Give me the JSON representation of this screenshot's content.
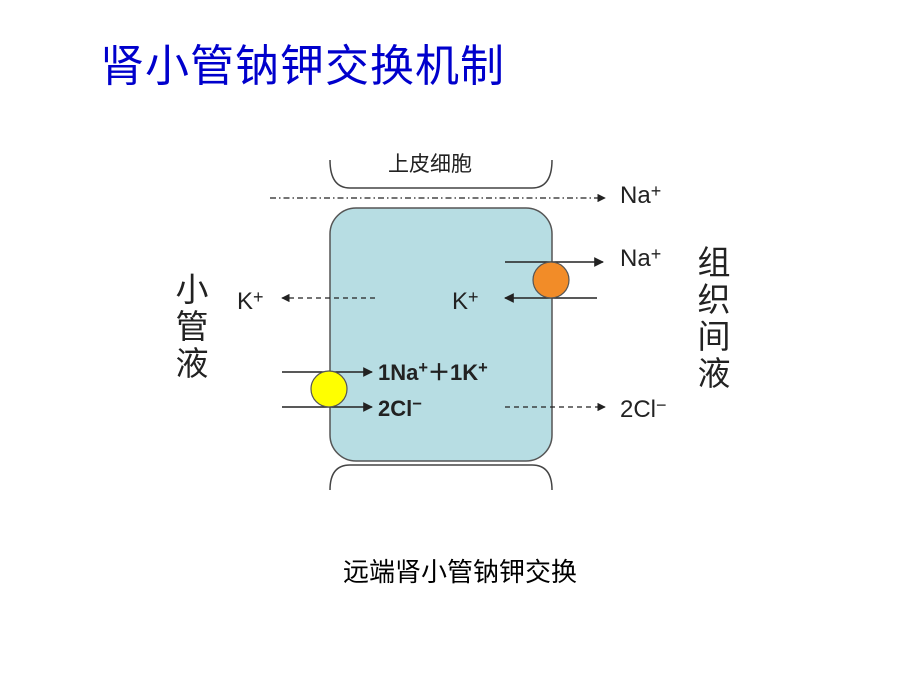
{
  "title": "肾小管钠钾交换机制",
  "caption": "远端肾小管钠钾交换",
  "labels": {
    "epithelial_cell": "上皮细胞",
    "tubular_fluid": "小管液",
    "interstitial_fluid": "组织间液",
    "na_top": "Na",
    "na_top_sup": "+",
    "na_pump": "Na",
    "na_pump_sup": "+",
    "k_in": "K",
    "k_in_sup": "+",
    "k_out": "K",
    "k_out_sup": "+",
    "cotransport_na": "1Na",
    "cotransport_na_sup": "+",
    "cotransport_plus": "＋",
    "cotransport_k": "1K",
    "cotransport_k_sup": "+",
    "cl_in": "2Cl",
    "cl_in_sup": "−",
    "cl_out": "2Cl",
    "cl_out_sup": "−"
  },
  "colors": {
    "title": "#0000cc",
    "cell_fill": "#b7dde3",
    "cell_stroke": "#555555",
    "pump": "#f28c28",
    "cotransporter": "#ffff00"
  }
}
